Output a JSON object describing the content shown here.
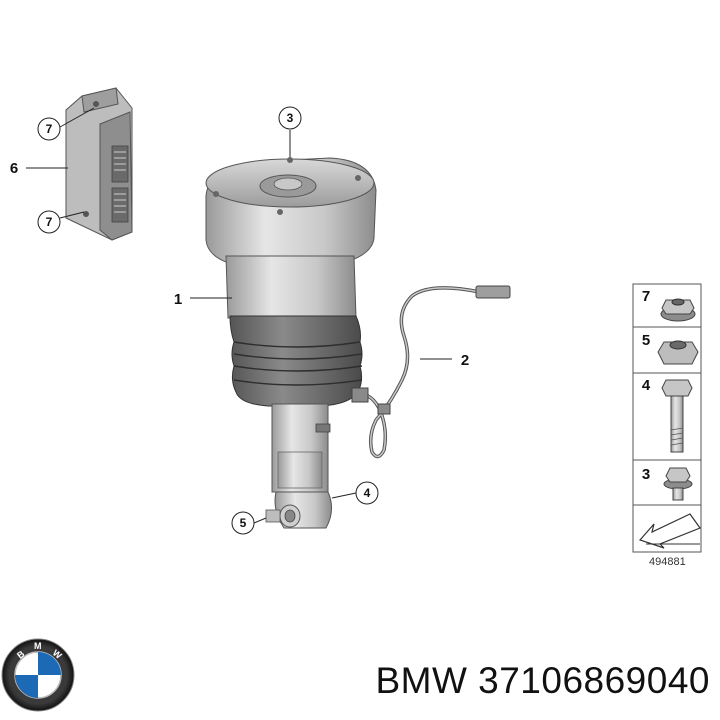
{
  "labels": {
    "part1": "1",
    "part2": "2",
    "part6": "6",
    "callout_3": "3",
    "callout_4": "4",
    "callout_5": "5",
    "callout_7a": "7",
    "callout_7b": "7"
  },
  "legend": {
    "items": [
      {
        "num": "7",
        "icon": "flange-nut-icon"
      },
      {
        "num": "5",
        "icon": "hex-nut-icon"
      },
      {
        "num": "4",
        "icon": "bolt-icon"
      },
      {
        "num": "3",
        "icon": "flange-screw-icon"
      }
    ],
    "ref_code": "494881"
  },
  "footer": {
    "brand_logo": "bmw-logo",
    "text": "BMW 37106869040"
  },
  "colors": {
    "metal_light": "#d9d9d9",
    "metal_dark": "#8a8a8a",
    "bellow": "#6f6f6f",
    "line": "#222222"
  }
}
